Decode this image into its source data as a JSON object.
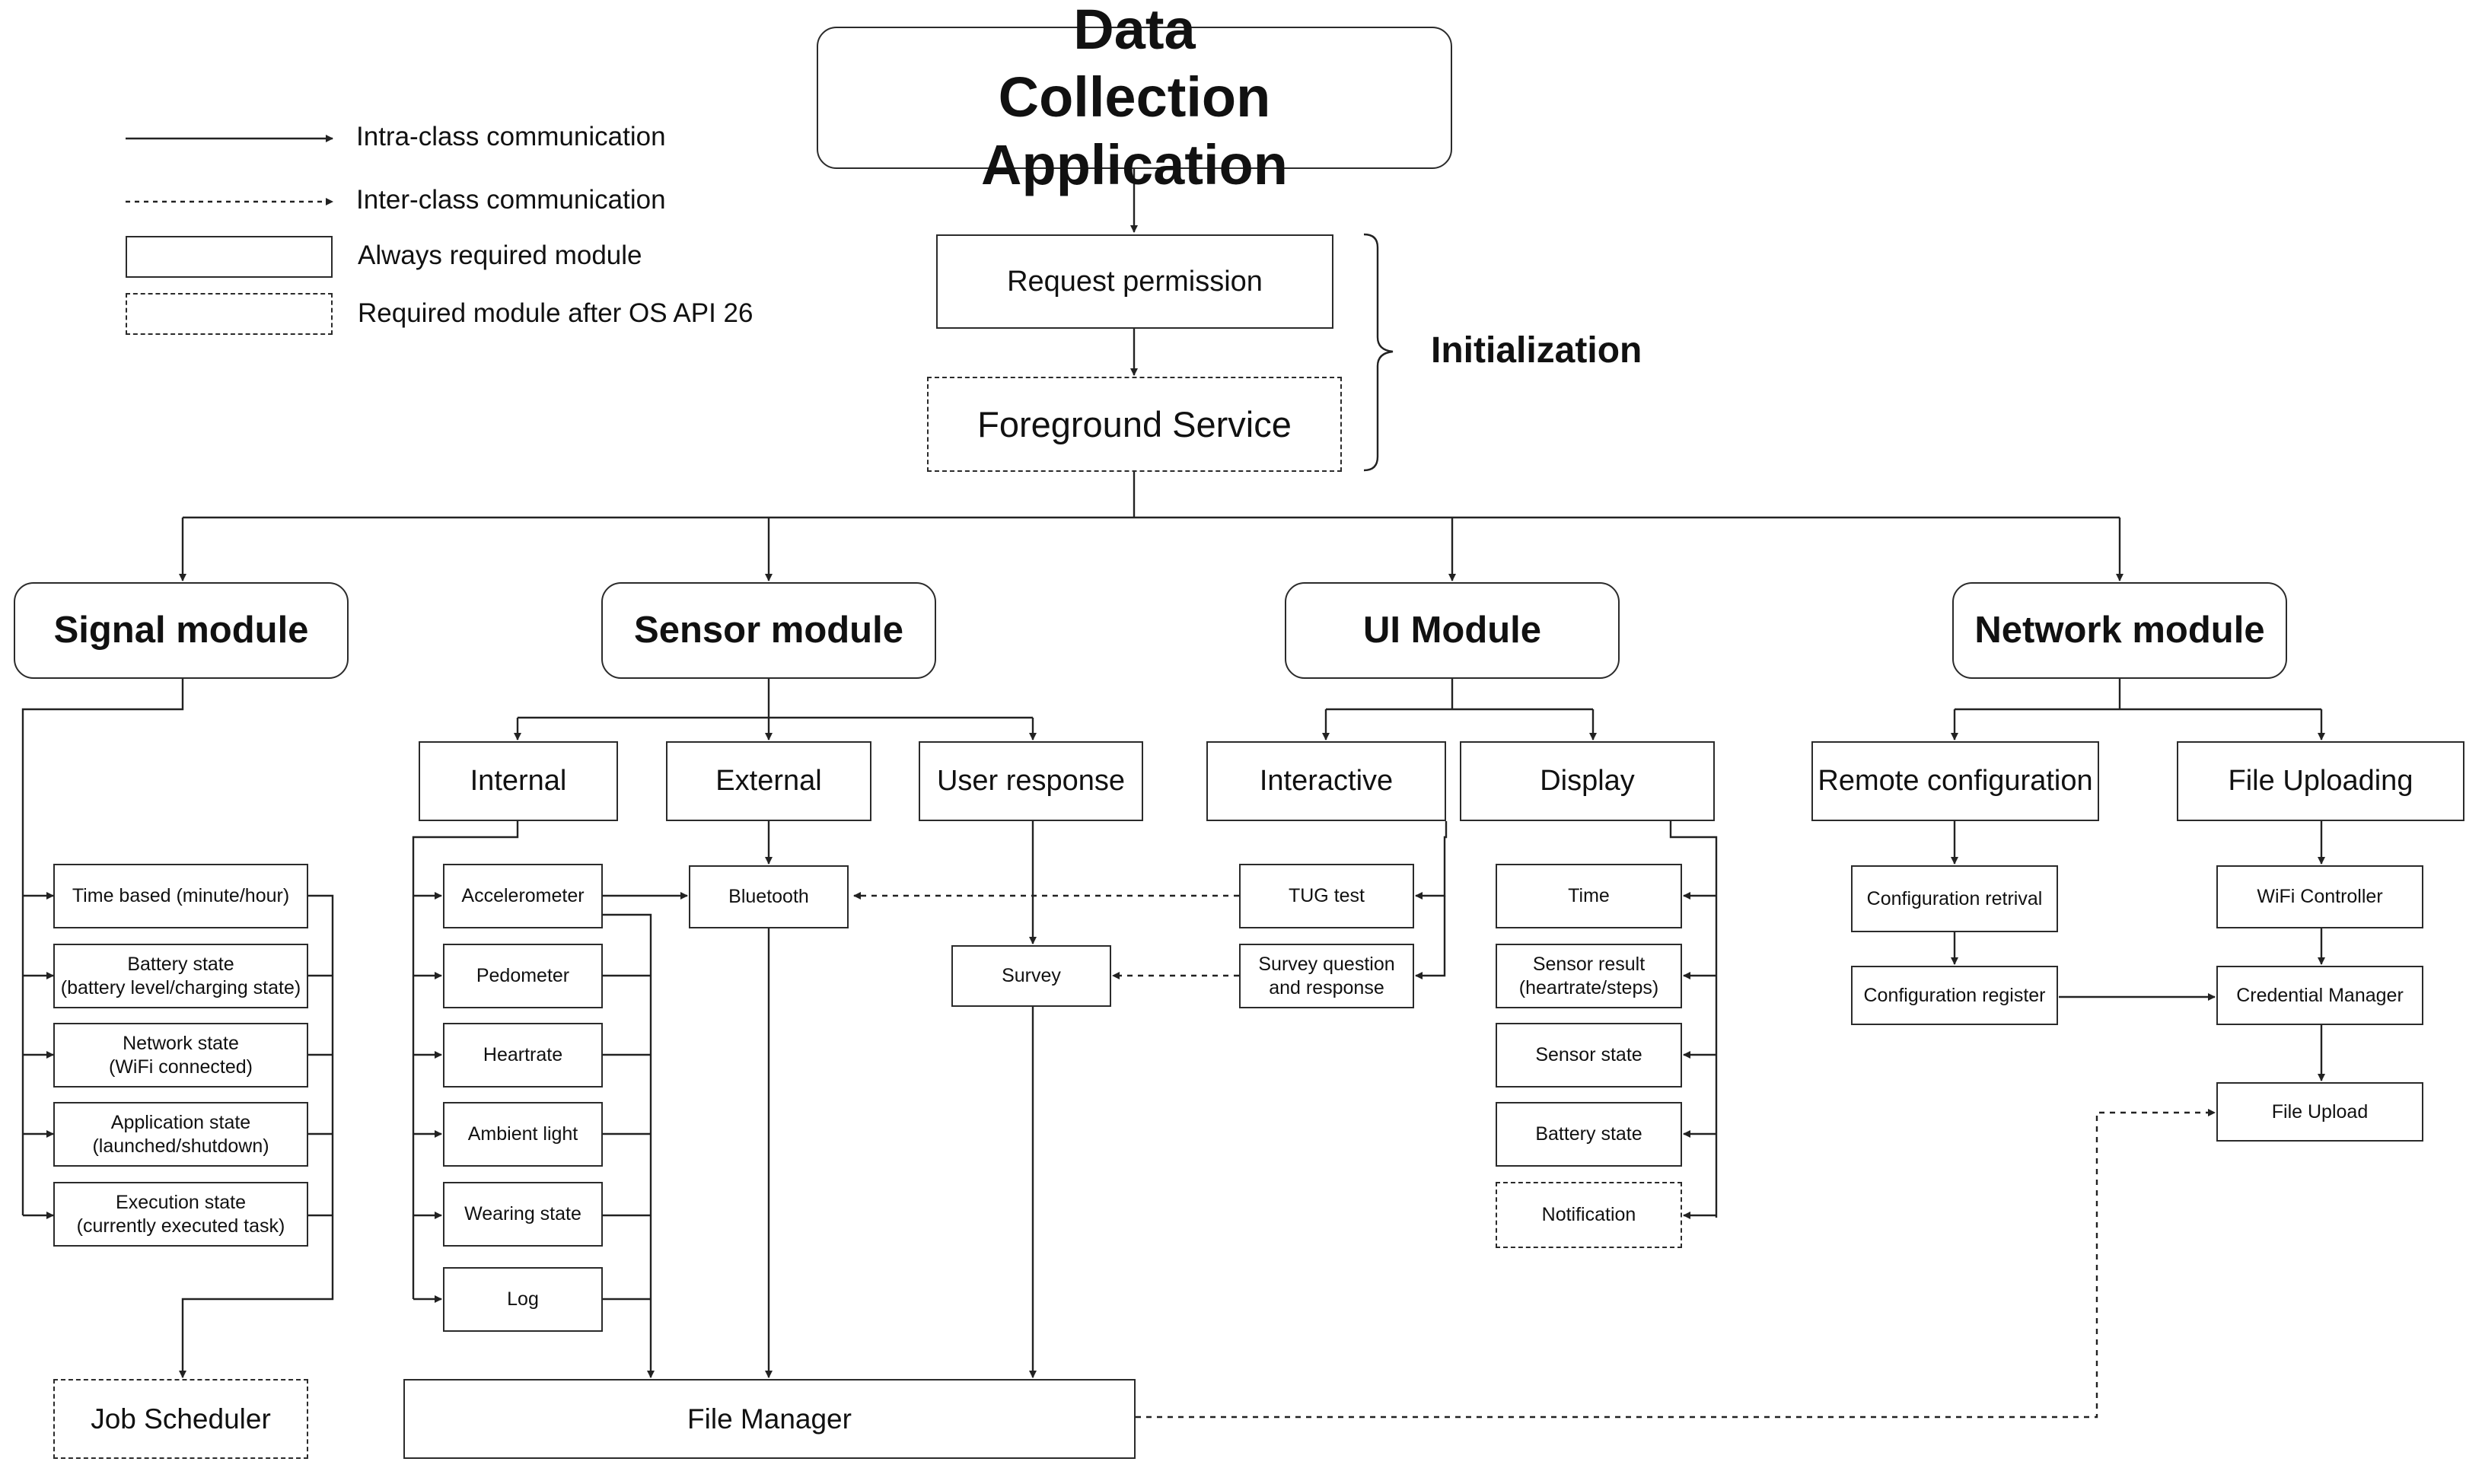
{
  "title": "Data Collection Application",
  "legend": {
    "solid_arrow": "Intra-class communication",
    "dashed_arrow": "Inter-class communication",
    "solid_box": "Always required module",
    "dashed_box": "Required module after OS API 26"
  },
  "init": {
    "request_permission": "Request permission",
    "foreground_service": "Foreground Service",
    "label": "Initialization"
  },
  "signal": {
    "title": "Signal module",
    "items": [
      "Time based (minute/hour)",
      "Battery state\n(battery level/charging state)",
      "Network state\n(WiFi connected)",
      "Application state\n(launched/shutdown)",
      "Execution state\n(currently executed task)"
    ],
    "job_scheduler": "Job Scheduler"
  },
  "sensor": {
    "title": "Sensor module",
    "internal": "Internal",
    "external": "External",
    "user_response": "User response",
    "internal_items": [
      "Accelerometer",
      "Pedometer",
      "Heartrate",
      "Ambient light",
      "Wearing state",
      "Log"
    ],
    "bluetooth": "Bluetooth",
    "survey": "Survey"
  },
  "ui": {
    "title": "UI Module",
    "interactive": "Interactive",
    "display": "Display",
    "interactive_items": [
      "TUG test",
      "Survey question\nand response"
    ],
    "display_items": [
      "Time",
      "Sensor result\n(heartrate/steps)",
      "Sensor state",
      "Battery state",
      "Notification"
    ]
  },
  "network": {
    "title": "Network module",
    "remote_configuration": "Remote configuration",
    "file_uploading": "File Uploading",
    "config_retrieval": "Configuration retrival",
    "config_register": "Configuration register",
    "wifi_controller": "WiFi Controller",
    "credential_manager": "Credential Manager",
    "file_upload": "File Upload"
  },
  "file_manager": "File Manager"
}
